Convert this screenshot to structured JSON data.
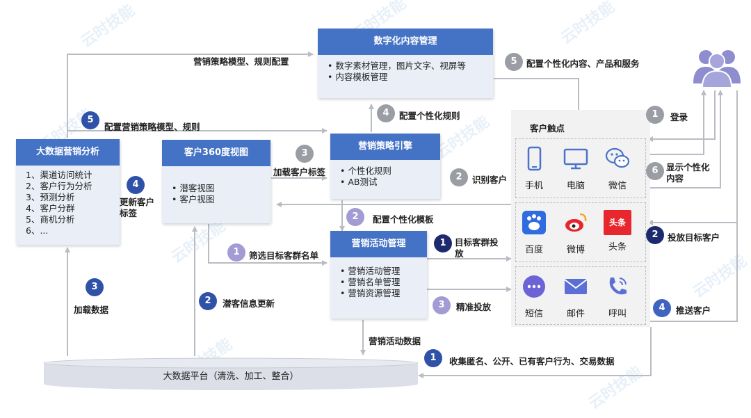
{
  "digital_content": {
    "title": "数字化内容管理",
    "items": [
      "数字素材管理，图片文字、视屏等",
      "内容模板管理"
    ]
  },
  "bigdata_analysis": {
    "title": "大数据营销分析",
    "items": [
      "1、渠道访问统计",
      "2、客户行为分析",
      "3、预测分析",
      "4、客户分群",
      "5、商机分析",
      "6、..."
    ]
  },
  "customer360": {
    "title": "客户360度视图",
    "items": [
      "潜客视图",
      "客户视图"
    ]
  },
  "strategy_engine": {
    "title": "营销策略引擎",
    "items": [
      "个性化规则",
      "AB测试"
    ]
  },
  "campaign_mgmt": {
    "title": "营销活动管理",
    "items": [
      "营销活动管理",
      "营销名单管理",
      "营销资源管理"
    ]
  },
  "platform": {
    "title": "大数据平台（清洗、加工、整合）"
  },
  "touchpoints": {
    "title": "客户触点",
    "group1": [
      {
        "label": "手机",
        "icon": "mobile-phone-icon"
      },
      {
        "label": "电脑",
        "icon": "computer-monitor-icon"
      },
      {
        "label": "微信",
        "icon": "wechat-icon"
      }
    ],
    "group2": [
      {
        "label": "百度",
        "icon": "baidu-icon"
      },
      {
        "label": "微博",
        "icon": "weibo-icon"
      },
      {
        "label": "头条",
        "icon": "toutiao-icon"
      }
    ],
    "group3": [
      {
        "label": "短信",
        "icon": "sms-icon"
      },
      {
        "label": "邮件",
        "icon": "email-icon"
      },
      {
        "label": "呼叫",
        "icon": "phone-call-icon"
      }
    ],
    "toutiao_logo_text": "头条"
  },
  "labels": {
    "strategy_model_config": "营销策略模型、规则配置",
    "s5_personalized_content": "配置个性化内容、产品和服务",
    "s4_personalized_rules": "配置个性化规则",
    "s5_strategy_model": "配置营销策略模型、规则",
    "s3_load_tags": "加载客户标签",
    "s4_update_tags_1": "更新客户",
    "s4_update_tags_2": "标签",
    "s2_identify": "识别客户",
    "s2_template": "配置个性化模板",
    "s1_filter": "筛选目标客群名单",
    "s1_target_1": "目标客群投",
    "s1_target_2": "放",
    "s2_potential": "潜客信息更新",
    "s3_precise": "精准投放",
    "s3_load_data": "加载数据",
    "campaign_data": "营销活动数据",
    "s1_collect": "收集匿名、公开、已有客户行为、交易数据",
    "r1_login": "登录",
    "r6_show_1": "显示个性化",
    "r6_show_2": "内容",
    "r2_deliver": "投放目标客户",
    "r4_push": "推送客户"
  },
  "steps": {
    "n1": "1",
    "n2": "2",
    "n3": "3",
    "n4": "4",
    "n5": "5",
    "n6": "6"
  },
  "colors": {
    "box_header": "#4472c4",
    "box_body": "#e9eef7",
    "arrow": "#b9bcc2",
    "step_navy": "#2f52a8",
    "step_dark": "#1e2a6e",
    "step_gray": "#9a9da3",
    "step_lavender": "#a29bd4",
    "users_icon": "#8d8dcf"
  },
  "watermark": "云时技能"
}
